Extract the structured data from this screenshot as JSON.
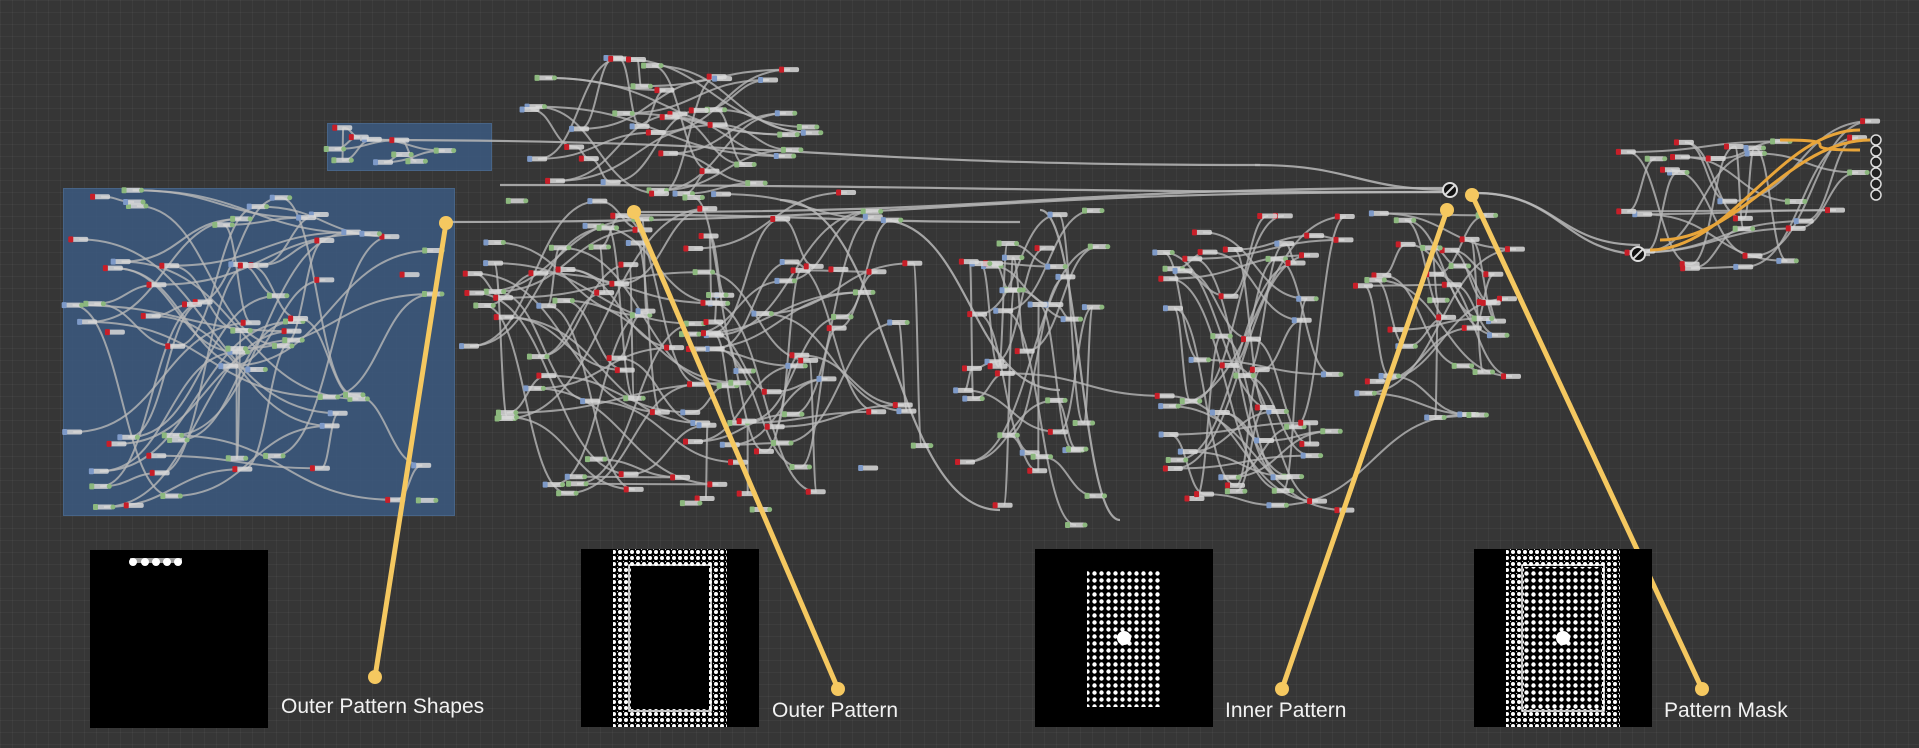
{
  "graph": {
    "frames": [
      {
        "name": "frame-outer-shapes"
      },
      {
        "name": "frame-outer-shapes-top"
      }
    ],
    "annotation_color": "#f5c860",
    "wire_color": "#b8b8b8",
    "node_colors": {
      "input": "#c81e28",
      "blend": "#7e9ac8",
      "filter": "#8cb87e",
      "pin": "#d9d9d9"
    }
  },
  "previews": [
    {
      "label": "Outer Pattern Shapes",
      "icon": "outer-shapes-thumbnail"
    },
    {
      "label": "Outer Pattern",
      "icon": "outer-pattern-thumbnail"
    },
    {
      "label": "Inner Pattern",
      "icon": "inner-pattern-thumbnail"
    },
    {
      "label": "Pattern Mask",
      "icon": "pattern-mask-thumbnail"
    }
  ]
}
